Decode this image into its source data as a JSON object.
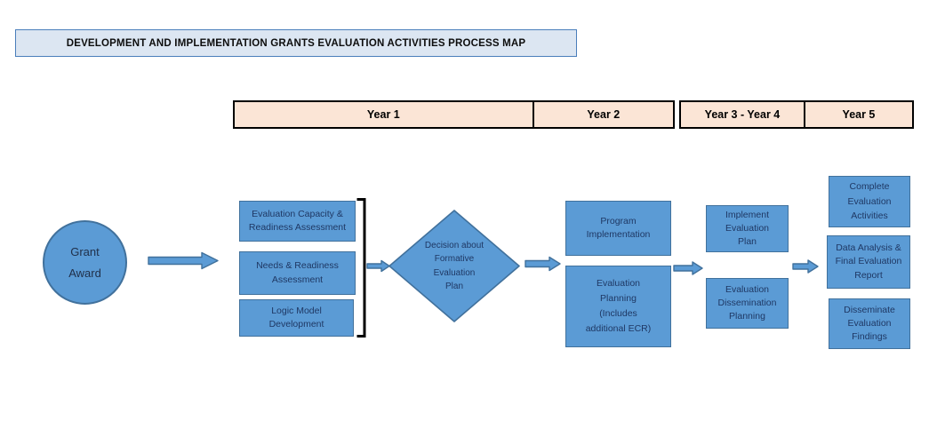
{
  "title": "DEVELOPMENT AND IMPLEMENTATION GRANTS EVALUATION ACTIVITIES PROCESS MAP",
  "timeline": {
    "labels": [
      "Year 1",
      "Year 2",
      "Year 3 - Year 4",
      "Year 5"
    ]
  },
  "flow": {
    "start": "Grant\nAward",
    "year1_activities": [
      "Evaluation Capacity &\nReadiness Assessment",
      "Needs & Readiness\nAssessment",
      "Logic Model\nDevelopment"
    ],
    "decision": "Decision about\nFormative\nEvaluation\nPlan",
    "year2_activities": [
      "Program\nImplementation",
      "Evaluation\nPlanning\n(Includes\nadditional ECR)"
    ],
    "year3_4_activities": [
      "Implement\nEvaluation\nPlan",
      "Evaluation\nDissemination\nPlanning"
    ],
    "year5_activities": [
      "Complete\nEvaluation\nActivities",
      "Data Analysis &\nFinal Evaluation\nReport",
      "Disseminate\nEvaluation\nFindings"
    ]
  },
  "colors": {
    "shape_fill": "#5B9BD5",
    "shape_border": "#41719C",
    "shape_text": "#1F3864",
    "timeline_fill": "#FBE5D6",
    "timeline_border": "#000000",
    "title_fill": "#DCE6F2",
    "title_border": "#4A7EBB"
  }
}
